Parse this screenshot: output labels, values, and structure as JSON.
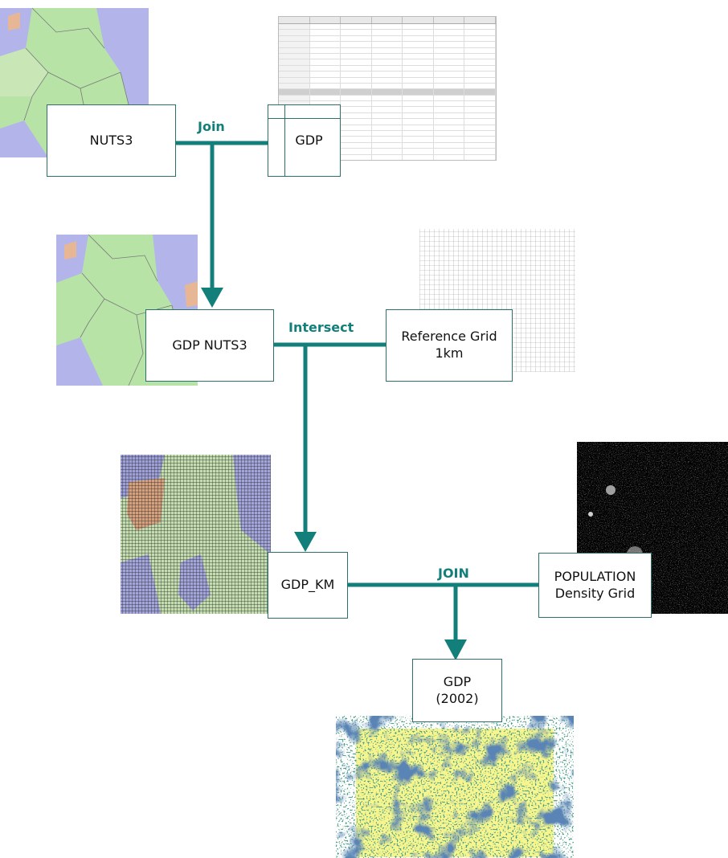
{
  "nodes": {
    "nuts3": "NUTS3",
    "gdp_table": "GDP",
    "gdp_nuts3": "GDP NUTS3",
    "reference_grid": "Reference Grid\n1km",
    "gdp_km": "GDP_KM",
    "population_grid": "POPULATION\nDensity Grid",
    "gdp_2002": "GDP\n(2002)"
  },
  "operations": {
    "join": "Join",
    "intersect": "Intersect",
    "join_upper": "JOIN"
  },
  "colors": {
    "connector": "#137f7a",
    "box_border": "#2f6f6a",
    "map_green": "#b7e3a6",
    "map_purple": "#b3b5ea",
    "map_orange": "#e7b795",
    "night_bg": "#000000",
    "gdp_yellow": "#f6f58e",
    "gdp_blue": "#1a3b75"
  }
}
